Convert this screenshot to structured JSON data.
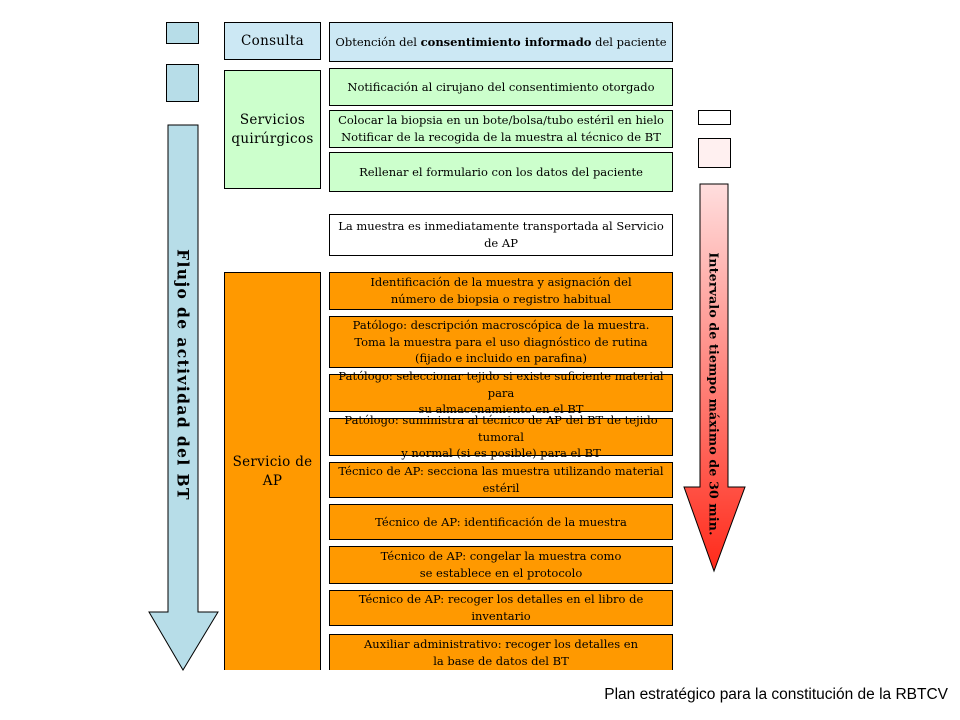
{
  "legend_squares": {
    "left_colors": [
      "#b7dde8",
      "#b7dde8"
    ],
    "right_colors": [
      "#ffffff",
      "#fff0f0"
    ]
  },
  "sections": {
    "consulta": "Consulta",
    "servicios": "Servicios\nquirúrgicos",
    "ap": "Servicio de\nAP"
  },
  "steps": [
    {
      "id": "consent",
      "html": "Obtención del <b>consentimiento informado</b> del paciente"
    },
    {
      "id": "notify-surgeon",
      "text": "Notificación al cirujano del consentimiento otorgado"
    },
    {
      "id": "biopsy",
      "text": "Colocar la biopsia en un bote/bolsa/tubo estéril en hielo\nNotificar de la recogida de la muestra al técnico de BT"
    },
    {
      "id": "form",
      "text": "Rellenar el formulario con los datos del paciente"
    },
    {
      "id": "transport",
      "text": "La muestra es inmediatamente transportada al Servicio de AP"
    },
    {
      "id": "identify-assign",
      "text": "Identificación de la muestra y asignación del\nnúmero de biopsia o registro habitual"
    },
    {
      "id": "pathologist-macro",
      "text": "Patólogo: descripción macroscópica de la muestra.\nToma la muestra para el uso diagnóstico de rutina\n(fijado e incluido en parafina)"
    },
    {
      "id": "pathologist-select",
      "text": "Patólogo: seleccionar tejido si existe suficiente material para\nsu almacenamiento en el BT"
    },
    {
      "id": "pathologist-supply",
      "text": "Patólogo: suministra al técnico de AP del BT de tejido tumoral\ny normal (si es posible) para el BT"
    },
    {
      "id": "tech-section",
      "text": "Técnico de AP: secciona las muestra utilizando material estéril"
    },
    {
      "id": "tech-identify",
      "text": "Técnico de AP: identificación de la muestra"
    },
    {
      "id": "tech-freeze",
      "text": "Técnico de AP: congelar la muestra como\nse establece en el protocolo"
    },
    {
      "id": "tech-log",
      "text": "Técnico de AP: recoger los detalles en el libro de inventario"
    },
    {
      "id": "admin",
      "text": "Auxiliar administrativo: recoger los detalles en\nla base de datos del BT"
    }
  ],
  "arrows": {
    "left_label": "Flujo de actividad del BT",
    "left_color": "#b7dde8",
    "right_label": "Intervalo de tiempo máximo de 30 min.",
    "right_gradient": [
      "#ffdede",
      "#ff2a1a"
    ]
  },
  "footer": "Plan estratégico para la constitución de la RBTCV"
}
